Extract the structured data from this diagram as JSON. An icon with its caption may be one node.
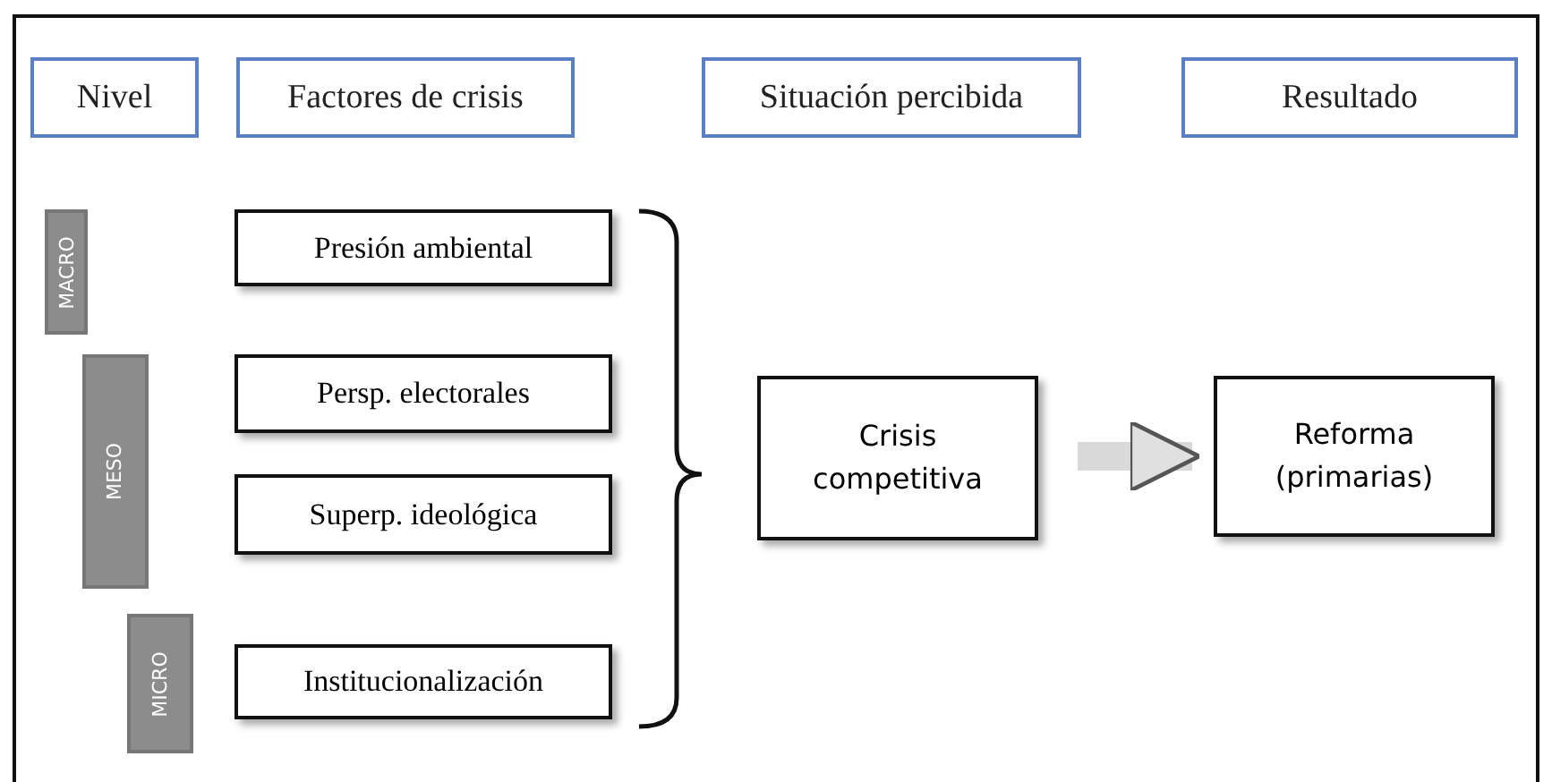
{
  "diagram": {
    "nodes": [
      {
        "text": [
          "Nivel"
        ]
      },
      {
        "text": [
          "Factores de crisis"
        ]
      },
      {
        "text": [
          "Situación percibida"
        ]
      },
      {
        "text": [
          "Resultado"
        ]
      },
      {
        "text": [
          "MACRO"
        ]
      },
      {
        "text": [
          "Presión ambiental"
        ]
      },
      {
        "text": [
          "MESO"
        ]
      },
      {
        "text": [
          "Persp. electorales"
        ]
      },
      {
        "text": [
          "Superp. ideológica"
        ]
      },
      {
        "text": [
          "MICRO"
        ]
      },
      {
        "text": [
          "Institucionalización"
        ]
      },
      {
        "text": [
          "Crisis competitiva"
        ]
      },
      {
        "text": [
          "Reforma (primarias)"
        ]
      }
    ],
    "edges": [
      {
        "from": 11,
        "to": 12,
        "arrow": "to"
      }
    ]
  }
}
